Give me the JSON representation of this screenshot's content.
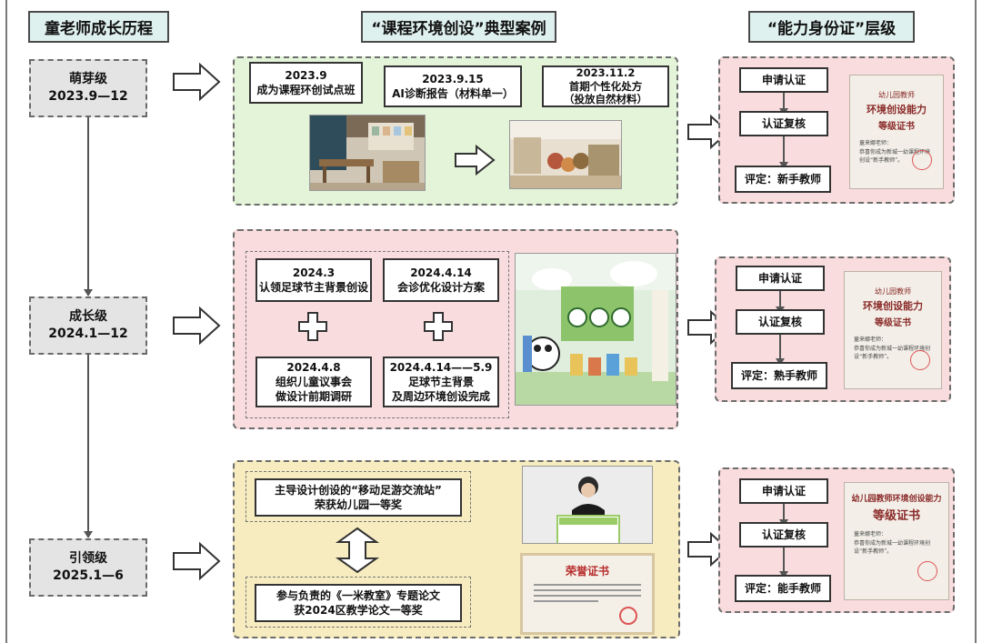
{
  "headers": {
    "growth": "童老师成长历程",
    "cases": "“课程环境创设”典型案例",
    "levels": "“能力身份证”层级"
  },
  "stages": [
    {
      "name": "萌芽级",
      "period": "2023.9—12"
    },
    {
      "name": "成长级",
      "period": "2024.1—12"
    },
    {
      "name": "引领级",
      "period": "2025.1—6"
    }
  ],
  "stage1": {
    "case1": {
      "date": "2023.9",
      "text": "成为课程环创试点班"
    },
    "case2": {
      "date": "2023.9.15",
      "text": "AI诊断报告（材料单一）"
    },
    "case3": {
      "date": "2023.11.2",
      "text": "首期个性化处方",
      "note": "（投放自然材料）"
    }
  },
  "stage2": {
    "case1": {
      "date": "2024.3",
      "text": "认领足球节主背景创设"
    },
    "case2": {
      "date": "2024.4.14",
      "text": "会诊优化设计方案"
    },
    "case3": {
      "date": "2024.4.8",
      "text": "组织儿童议事会",
      "note": "做设计前期调研"
    },
    "case4": {
      "date": "2024.4.14——5.9",
      "text": "足球节主背景",
      "note": "及周边环境创设完成"
    }
  },
  "stage3": {
    "award1": {
      "line1": "主导设计创设的“移动足游交流站”",
      "line2": "荣获幼儿园一等奖"
    },
    "award2": {
      "line1": "参与负责的《一米教室》专题论文",
      "line2": "获2024区教学论文一等奖"
    },
    "honor_cert": {
      "title": "荣誉证书"
    }
  },
  "levels": [
    {
      "apply": "申请认证",
      "review": "认证复核",
      "result": "评定：新手教师"
    },
    {
      "apply": "申请认证",
      "review": "认证复核",
      "result": "评定：熟手教师"
    },
    {
      "apply": "申请认证",
      "review": "认证复核",
      "result": "评定：能手教师"
    }
  ],
  "certs": [
    {
      "top": "幼儿园教师",
      "main": "环境创设能力",
      "sub": "等级证书",
      "to": "童来娜老师：",
      "body": "恭喜你成为新城一幼课程环境创设“新手教师”。"
    },
    {
      "top": "幼儿园教师",
      "main": "环境创设能力",
      "sub": "等级证书",
      "to": "童来娜老师：",
      "body": "恭喜你成为新城一幼课程环境创设“新手教师”。"
    },
    {
      "top": "",
      "main": "幼儿园教师环境创设能力",
      "sub": "等级证书",
      "to": "童来娜老师：",
      "body": "恭喜你成为新城一幼课程环境创设“新手教师”。"
    }
  ]
}
